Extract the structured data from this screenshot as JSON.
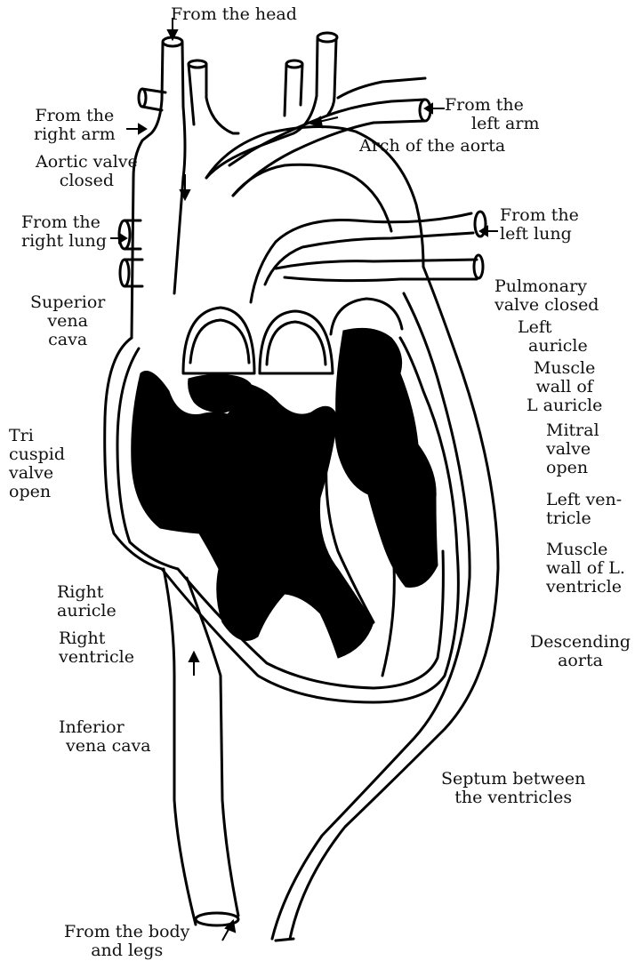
{
  "labels": {
    "from_head": "From the head",
    "from_right_arm": [
      "From the",
      "right arm"
    ],
    "from_left_arm": [
      "From the",
      "left arm"
    ],
    "arch_aorta": "Arch of the aorta",
    "aortic_valve": [
      "Aortic valve",
      "closed"
    ],
    "from_right_lung": [
      "From the",
      "right lung"
    ],
    "from_left_lung": [
      "From the",
      "left lung"
    ],
    "superior_vena_cava": [
      "Superior",
      "vena",
      "cava"
    ],
    "pulmonary_valve": [
      "Pulmonary",
      "valve closed"
    ],
    "left_auricle": [
      "Left",
      "auricle"
    ],
    "muscle_wall_left_auricle": [
      "Muscle",
      "wall of",
      "L auricle"
    ],
    "tricuspid_valve": [
      "Tri",
      "cuspid",
      "valve",
      "open"
    ],
    "mitral_valve": [
      "Mitral",
      "valve",
      "open"
    ],
    "left_ventricle": [
      "Left ven-",
      "tricle"
    ],
    "muscle_wall_left_ventricle": [
      "Muscle",
      "wall of L.",
      "ventricle"
    ],
    "right_auricle": [
      "Right",
      "auricle"
    ],
    "right_ventricle": [
      "Right",
      "ventricle"
    ],
    "descending_aorta": [
      "Descending",
      "aorta"
    ],
    "inferior_vena_cava": [
      "Inferior",
      "vena cava"
    ],
    "septum": [
      "Septum between",
      "the ventricles"
    ],
    "from_body_legs": [
      "From the body",
      "and legs"
    ]
  }
}
